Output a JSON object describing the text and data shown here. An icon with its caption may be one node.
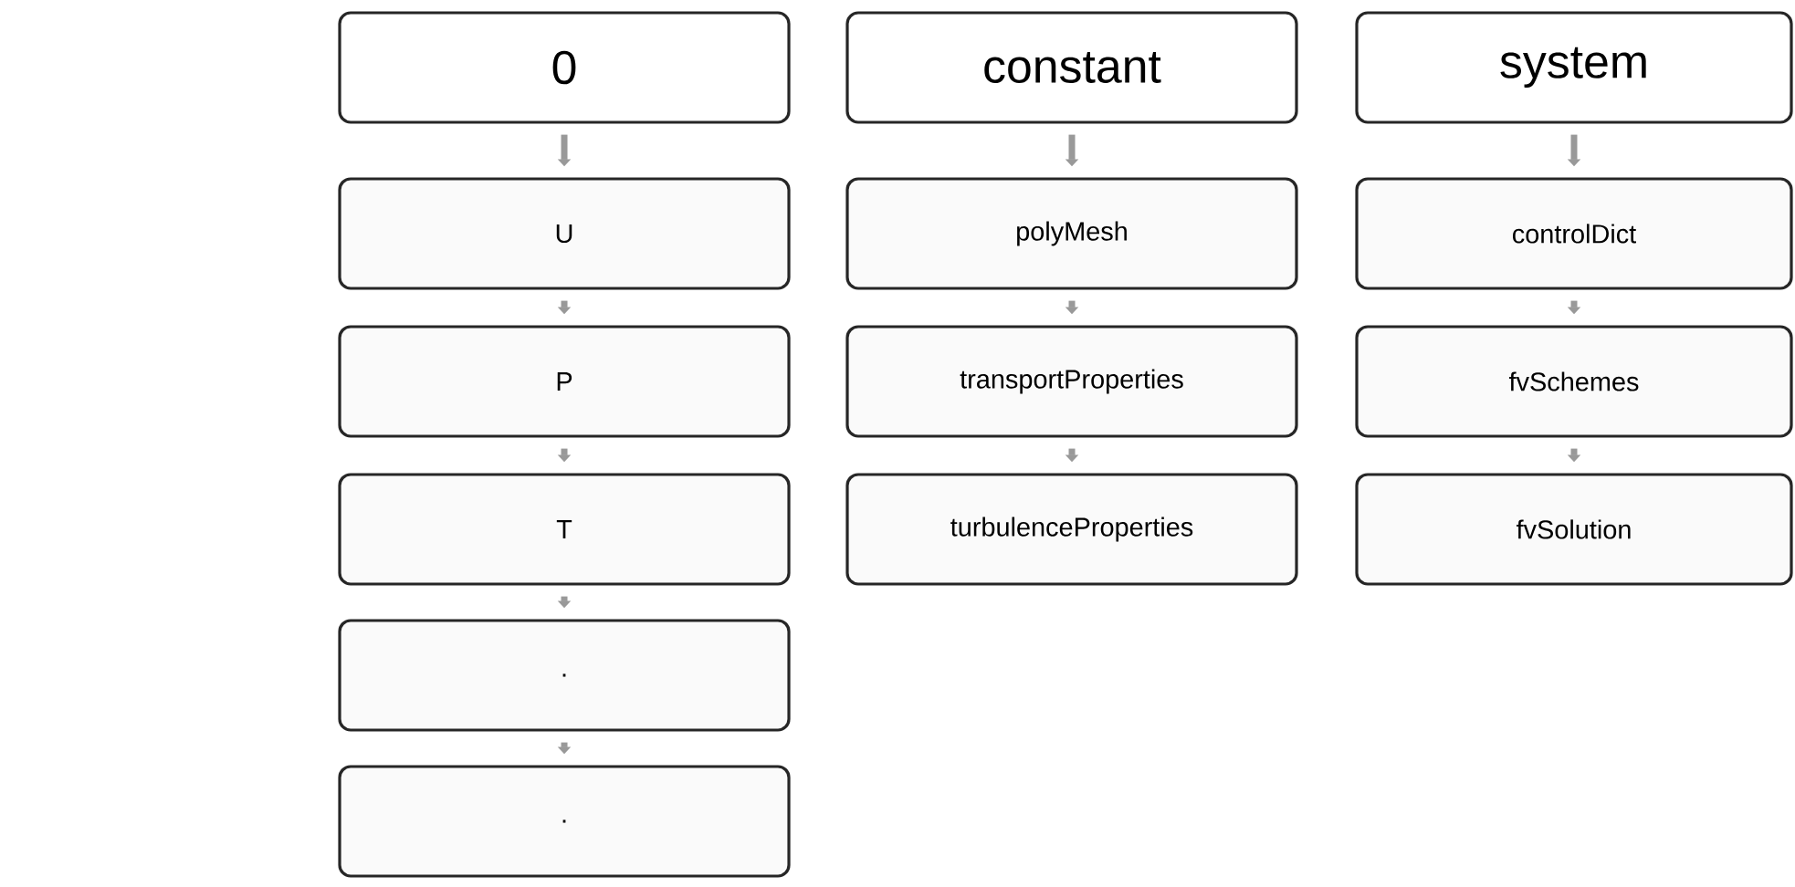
{
  "diagram": {
    "nodes": [
      {
        "text": [
          "0"
        ]
      },
      {
        "text": [
          "U"
        ]
      },
      {
        "text": [
          "P"
        ]
      },
      {
        "text": [
          "T"
        ]
      },
      {
        "text": [
          "."
        ]
      },
      {
        "text": [
          "."
        ]
      },
      {
        "text": [
          "constant"
        ]
      },
      {
        "text": [
          "polyMesh"
        ]
      },
      {
        "text": [
          "transportProperties"
        ]
      },
      {
        "text": [
          "turbulenceProperties"
        ]
      },
      {
        "text": [
          "system"
        ]
      },
      {
        "text": [
          "controlDict"
        ]
      },
      {
        "text": [
          "fvSchemes"
        ]
      },
      {
        "text": [
          "fvSolution"
        ]
      }
    ],
    "edges": [
      {
        "from": 0,
        "to": 1,
        "arrow": "to"
      },
      {
        "from": 1,
        "to": 2,
        "arrow": "to"
      },
      {
        "from": 2,
        "to": 3,
        "arrow": "to"
      },
      {
        "from": 3,
        "to": 4,
        "arrow": "to"
      },
      {
        "from": 4,
        "to": 5,
        "arrow": "to"
      },
      {
        "from": 6,
        "to": 7,
        "arrow": "to"
      },
      {
        "from": 7,
        "to": 8,
        "arrow": "to"
      },
      {
        "from": 8,
        "to": 9,
        "arrow": "to"
      },
      {
        "from": 10,
        "to": 11,
        "arrow": "to"
      },
      {
        "from": 11,
        "to": 12,
        "arrow": "to"
      },
      {
        "from": 12,
        "to": 13,
        "arrow": "to"
      }
    ]
  }
}
